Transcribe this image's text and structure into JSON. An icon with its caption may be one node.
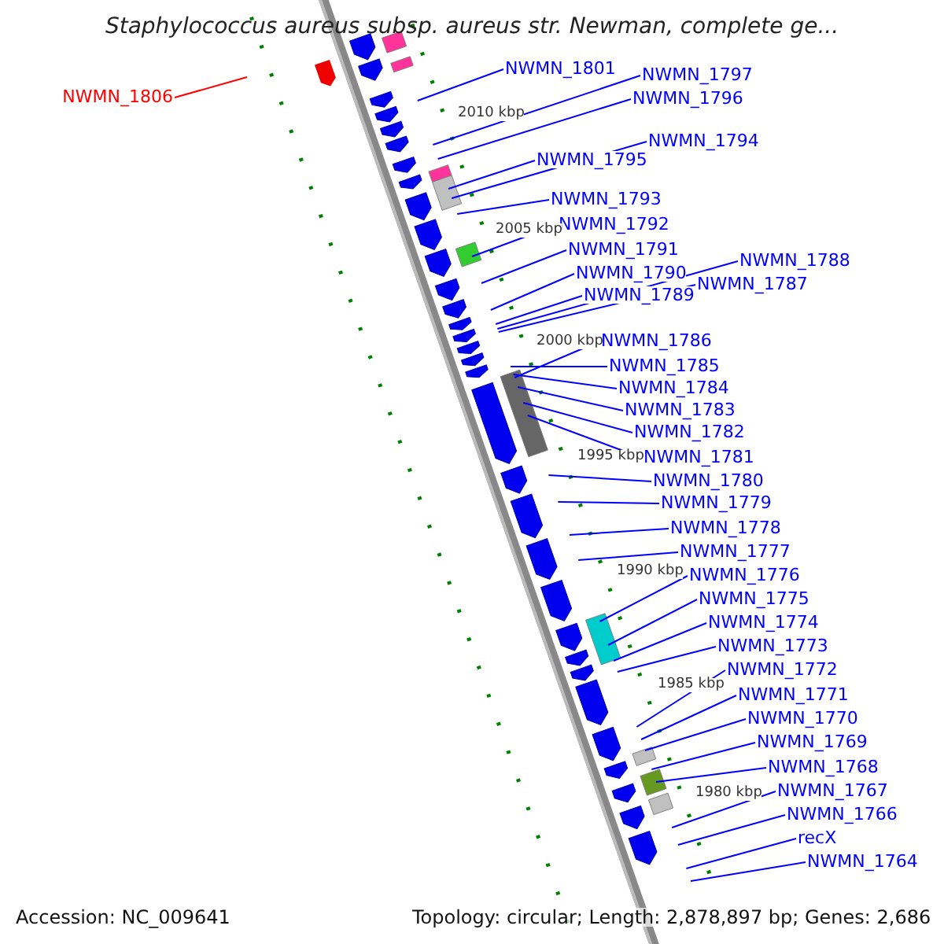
{
  "diagram": {
    "title": "Staphylococcus aureus subsp. aureus str. Newman, complete ge...",
    "nodes": [
      {
        "text": [
          "NWMN_1806"
        ]
      },
      {
        "text": [
          "NWMN_1801"
        ]
      },
      {
        "text": [
          "NWMN_1797"
        ]
      },
      {
        "text": [
          "NWMN_1796"
        ]
      },
      {
        "text": [
          "NWMN_1794"
        ]
      },
      {
        "text": [
          "NWMN_1795"
        ]
      },
      {
        "text": [
          "NWMN_1793"
        ]
      },
      {
        "text": [
          "NWMN_1792"
        ]
      },
      {
        "text": [
          "NWMN_1791"
        ]
      },
      {
        "text": [
          "NWMN_1790"
        ]
      },
      {
        "text": [
          "NWMN_1788"
        ]
      },
      {
        "text": [
          "NWMN_1789"
        ]
      },
      {
        "text": [
          "NWMN_1787"
        ]
      },
      {
        "text": [
          "NWMN_1786"
        ]
      },
      {
        "text": [
          "NWMN_1785"
        ]
      },
      {
        "text": [
          "NWMN_1784"
        ]
      },
      {
        "text": [
          "NWMN_1783"
        ]
      },
      {
        "text": [
          "NWMN_1782"
        ]
      },
      {
        "text": [
          "NWMN_1781"
        ]
      },
      {
        "text": [
          "NWMN_1780"
        ]
      },
      {
        "text": [
          "NWMN_1779"
        ]
      },
      {
        "text": [
          "NWMN_1778"
        ]
      },
      {
        "text": [
          "NWMN_1777"
        ]
      },
      {
        "text": [
          "NWMN_1776"
        ]
      },
      {
        "text": [
          "NWMN_1775"
        ]
      },
      {
        "text": [
          "NWMN_1774"
        ]
      },
      {
        "text": [
          "NWMN_1773"
        ]
      },
      {
        "text": [
          "NWMN_1772"
        ]
      },
      {
        "text": [
          "NWMN_1771"
        ]
      },
      {
        "text": [
          "NWMN_1770"
        ]
      },
      {
        "text": [
          "NWMN_1769"
        ]
      },
      {
        "text": [
          "NWMN_1768"
        ]
      },
      {
        "text": [
          "NWMN_1767"
        ]
      },
      {
        "text": [
          "NWMN_1766"
        ]
      },
      {
        "text": [
          "recX"
        ]
      },
      {
        "text": [
          "NWMN_1764"
        ]
      }
    ],
    "edges": [
      {
        "from": 0,
        "to": null,
        "arrow": "none",
        "color": "#ff0000"
      },
      {
        "from": 1,
        "to": null,
        "arrow": "none"
      },
      {
        "from": 2,
        "to": null,
        "arrow": "none"
      },
      {
        "from": 3,
        "to": null,
        "arrow": "none"
      },
      {
        "from": 4,
        "to": null,
        "arrow": "none"
      },
      {
        "from": 5,
        "to": null,
        "arrow": "none"
      },
      {
        "from": 6,
        "to": null,
        "arrow": "none"
      },
      {
        "from": 7,
        "to": null,
        "arrow": "none"
      },
      {
        "from": 8,
        "to": null,
        "arrow": "none"
      },
      {
        "from": 9,
        "to": null,
        "arrow": "none"
      },
      {
        "from": 10,
        "to": null,
        "arrow": "none"
      },
      {
        "from": 11,
        "to": null,
        "arrow": "none"
      },
      {
        "from": 12,
        "to": null,
        "arrow": "none"
      },
      {
        "from": 13,
        "to": null,
        "arrow": "none"
      },
      {
        "from": 14,
        "to": null,
        "arrow": "none"
      },
      {
        "from": 15,
        "to": null,
        "arrow": "none"
      },
      {
        "from": 16,
        "to": null,
        "arrow": "none"
      },
      {
        "from": 17,
        "to": null,
        "arrow": "none"
      },
      {
        "from": 18,
        "to": null,
        "arrow": "none"
      },
      {
        "from": 19,
        "to": null,
        "arrow": "none"
      },
      {
        "from": 20,
        "to": null,
        "arrow": "none"
      },
      {
        "from": 21,
        "to": null,
        "arrow": "none"
      },
      {
        "from": 22,
        "to": null,
        "arrow": "none"
      },
      {
        "from": 23,
        "to": null,
        "arrow": "none"
      },
      {
        "from": 24,
        "to": null,
        "arrow": "none"
      },
      {
        "from": 25,
        "to": null,
        "arrow": "none"
      },
      {
        "from": 26,
        "to": null,
        "arrow": "none"
      },
      {
        "from": 27,
        "to": null,
        "arrow": "none"
      },
      {
        "from": 28,
        "to": null,
        "arrow": "none"
      },
      {
        "from": 29,
        "to": null,
        "arrow": "none"
      },
      {
        "from": 30,
        "to": null,
        "arrow": "none"
      },
      {
        "from": 31,
        "to": null,
        "arrow": "none"
      },
      {
        "from": 32,
        "to": null,
        "arrow": "none"
      },
      {
        "from": 33,
        "to": null,
        "arrow": "none"
      },
      {
        "from": 34,
        "to": null,
        "arrow": "none"
      },
      {
        "from": 35,
        "to": null,
        "arrow": "none"
      }
    ],
    "labels": [
      "2010 kbp",
      "2005 kbp",
      "2000 kbp",
      "1995 kbp",
      "1990 kbp",
      "1985 kbp",
      "1980 kbp",
      "Accession: NC_009641",
      "Topology: circular; Length: 2,878,897 bp; Genes: 2,686"
    ]
  }
}
